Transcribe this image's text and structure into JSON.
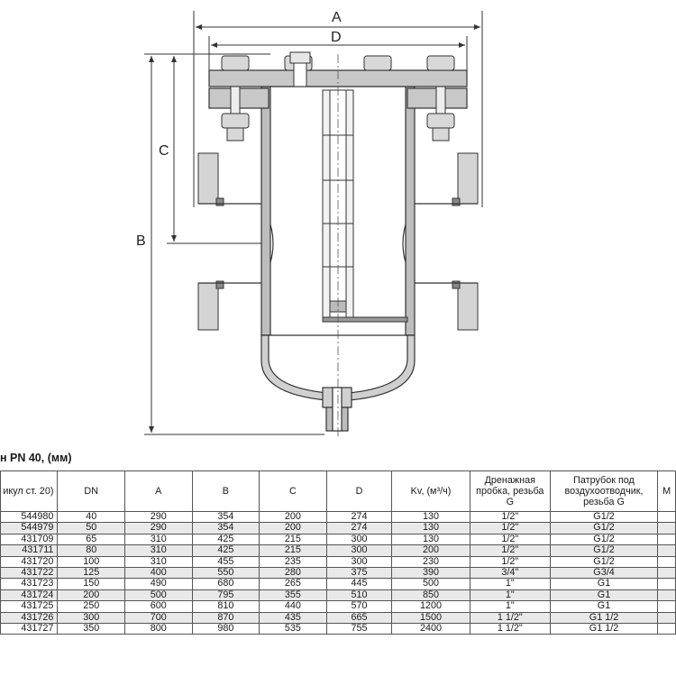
{
  "dimension_labels": {
    "a": "A",
    "d": "D",
    "c": "C",
    "b": "B"
  },
  "table": {
    "title": "н PN 40, (мм)",
    "headers": [
      "икул ст. 20)",
      "DN",
      "A",
      "B",
      "C",
      "D",
      "Kv, (м³/ч)",
      "Дренажная пробка, резьба G",
      "Патрубок под воздухоотводчик, резьба G",
      "M"
    ],
    "rows": [
      [
        "544980",
        "40",
        "290",
        "354",
        "200",
        "274",
        "130",
        "1/2\"",
        "G1/2",
        ""
      ],
      [
        "544979",
        "50",
        "290",
        "354",
        "200",
        "274",
        "130",
        "1/2\"",
        "G1/2",
        ""
      ],
      [
        "431709",
        "65",
        "310",
        "425",
        "215",
        "300",
        "130",
        "1/2\"",
        "G1/2",
        ""
      ],
      [
        "431711",
        "80",
        "310",
        "425",
        "215",
        "300",
        "200",
        "1/2\"",
        "G1/2",
        ""
      ],
      [
        "431720",
        "100",
        "310",
        "455",
        "235",
        "300",
        "230",
        "1/2\"",
        "G1/2",
        ""
      ],
      [
        "431722",
        "125",
        "400",
        "550",
        "280",
        "375",
        "390",
        "3/4\"",
        "G3/4",
        ""
      ],
      [
        "431723",
        "150",
        "490",
        "680",
        "265",
        "445",
        "500",
        "1\"",
        "G1",
        ""
      ],
      [
        "431724",
        "200",
        "500",
        "795",
        "355",
        "510",
        "850",
        "1\"",
        "G1",
        ""
      ],
      [
        "431725",
        "250",
        "600",
        "810",
        "440",
        "570",
        "1200",
        "1\"",
        "G1",
        ""
      ],
      [
        "431726",
        "300",
        "700",
        "870",
        "435",
        "665",
        "1500",
        "1 1/2\"",
        "G1 1/2",
        ""
      ],
      [
        "431727",
        "350",
        "800",
        "980",
        "535",
        "755",
        "2400",
        "1 1/2\"",
        "G1 1/2",
        ""
      ]
    ]
  }
}
